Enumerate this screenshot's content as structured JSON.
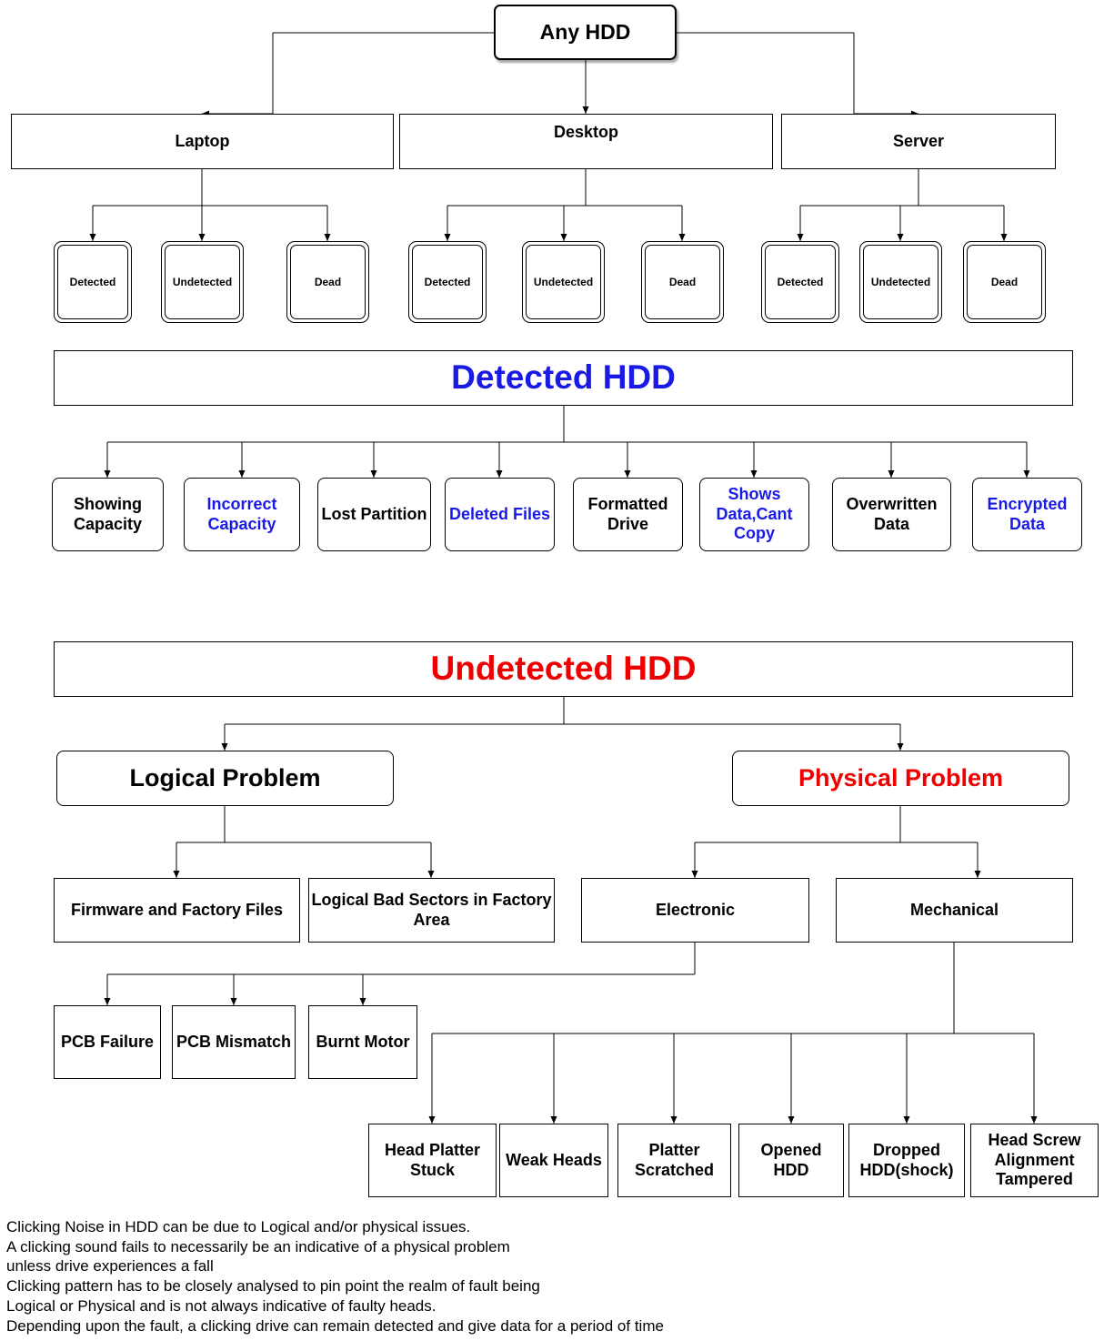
{
  "root": "Any HDD",
  "platforms": {
    "laptop": "Laptop",
    "desktop": "Desktop",
    "server": "Server"
  },
  "states": {
    "detected": "Detected",
    "undetected": "Undetected",
    "dead": "Dead"
  },
  "detected_section": {
    "title": "Detected HDD",
    "title_color": "#1a1ae6",
    "items": [
      "Showing Capacity",
      "Incorrect Capacity",
      "Lost Partition",
      "Deleted Files",
      "Formatted Drive",
      "Shows Data,Cant Copy",
      "Overwritten Data",
      "Encrypted Data"
    ]
  },
  "undetected_section": {
    "title": "Undetected HDD",
    "title_color": "#ee0000",
    "logical": {
      "label": "Logical Problem",
      "children": [
        "Firmware and Factory Files",
        "Logical Bad Sectors in Factory Area"
      ]
    },
    "physical": {
      "label": "Physical Problem",
      "electronic": {
        "label": "Electronic",
        "children": [
          "PCB Failure",
          "PCB Mismatch",
          "Burnt Motor"
        ]
      },
      "mechanical": {
        "label": "Mechanical",
        "children": [
          "Head Platter Stuck",
          "Weak Heads",
          "Platter Scratched",
          "Opened HDD",
          "Dropped HDD(shock)",
          "Head Screw Alignment Tampered"
        ]
      }
    }
  },
  "notes": [
    "Clicking Noise in HDD can be due to Logical and/or physical issues.",
    "A clicking sound fails to necessarily be an indicative of a physical problem",
    "unless drive experiences a fall",
    "Clicking pattern has to be closely analysed to pin point the realm of fault being",
    "Logical or Physical and is not always indicative of faulty heads.",
    "Depending upon the fault, a clicking drive can remain detected and give data for a period of time"
  ]
}
